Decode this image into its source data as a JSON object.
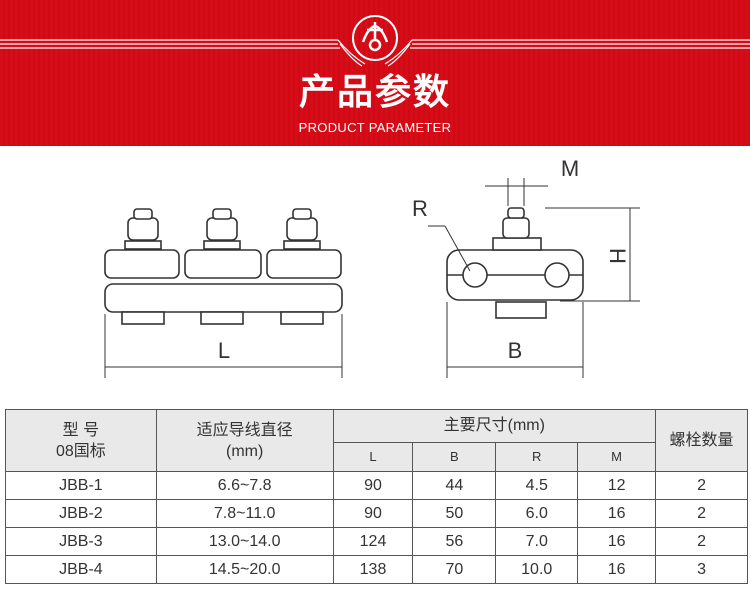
{
  "header": {
    "title": "产品参数",
    "subtitle": "PRODUCT PARAMETER",
    "logo_icon": "company-logo",
    "colors": {
      "banner": "#d60d18"
    }
  },
  "drawing": {
    "labels": {
      "L": "L",
      "B": "B",
      "R": "R",
      "H": "H",
      "M": "M"
    }
  },
  "table": {
    "headers": {
      "model": "型 号",
      "model_std": "08国标",
      "diameter": "适应导线直径",
      "diameter_unit": "(mm)",
      "dims": "主要尺寸(mm)",
      "bolts": "螺栓数量"
    },
    "sub_headers": [
      "L",
      "B",
      "R",
      "M"
    ],
    "rows": [
      {
        "model": "JBB-1",
        "range": "6.6~7.8",
        "L": "90",
        "B": "44",
        "R": "4.5",
        "M": "12",
        "bolts": "2"
      },
      {
        "model": "JBB-2",
        "range": "7.8~11.0",
        "L": "90",
        "B": "50",
        "R": "6.0",
        "M": "16",
        "bolts": "2"
      },
      {
        "model": "JBB-3",
        "range": "13.0~14.0",
        "L": "124",
        "B": "56",
        "R": "7.0",
        "M": "16",
        "bolts": "2"
      },
      {
        "model": "JBB-4",
        "range": "14.5~20.0",
        "L": "138",
        "B": "70",
        "R": "10.0",
        "M": "16",
        "bolts": "3"
      }
    ]
  }
}
